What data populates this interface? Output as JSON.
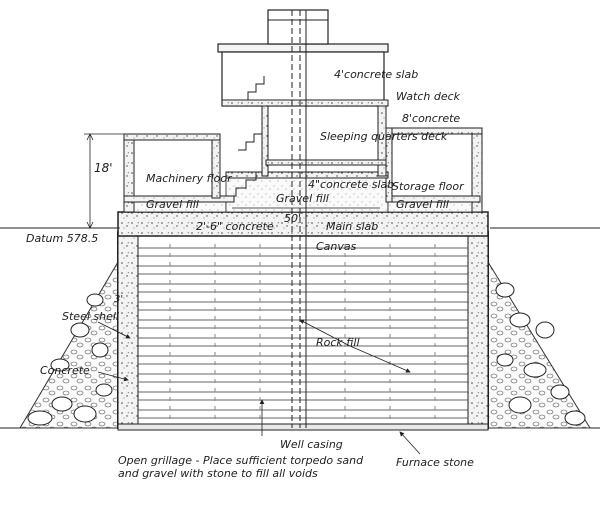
{
  "labels": {
    "concrete_slab_top": "4'concrete slab",
    "watch_deck": "Watch deck",
    "concrete_8": "8'concrete",
    "sleeping_quarters": "Sleeping quarters deck",
    "machinery_floor": "Machinery floor",
    "concrete_slab_mid": "4\"concrete slab",
    "storage_floor": "Storage floor",
    "gravel_fill_center": "Gravel fill",
    "dim_50": "50'",
    "gravel_fill_left": "Gravel fill",
    "gravel_fill_right": "Gravel fill",
    "dim_18": "18'",
    "datum": "Datum 578.5",
    "concrete_main": "2'-6\" concrete",
    "main_slab": "Main slab",
    "canvas": "Canvas",
    "dim_3": "3'",
    "steel_shell": "Steel shell",
    "rock_fill": "Rock fill",
    "concrete_side": "Concrete",
    "well_casing": "Well casing",
    "grillage_line1": "Open grillage - Place sufficient torpedo sand",
    "grillage_line2": "and gravel with stone to fill all voids",
    "furnace_stone": "Furnace stone"
  }
}
